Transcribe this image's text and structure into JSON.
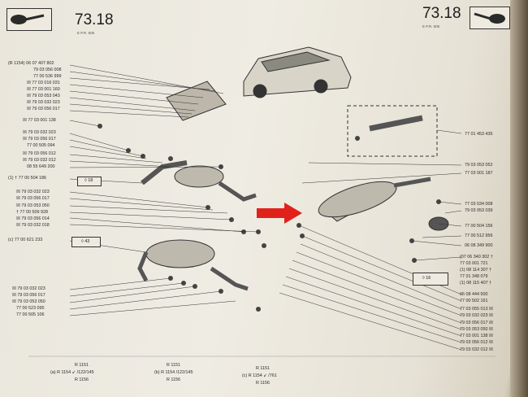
{
  "header_left": {
    "page": "73.18",
    "code": "E  P.R. 505"
  },
  "header_right": {
    "page": "73.18",
    "code": "E  P.R. 505"
  },
  "ref_boxes": [
    "◊ 18",
    "◊ 43",
    "◊ 16"
  ],
  "left_parts": [
    "(R 1154) 06 07 407 802",
    "79 03 056 008",
    "77 00 536 999",
    "☒ 77 03 016 031",
    "☒ 77 03 001 160",
    "☒ 79 03 053 043",
    "☒ 79 03 032 023",
    "☒ 79 03 056 017",
    "☒ 77 03 001 138",
    "☒ 79 03 032 023",
    "☒ 79 03 056 017",
    "77 00 505 094",
    "☒ 79 03 056 012",
    "☒ 79 03 032 012",
    "08 55 649 200",
    "(1) † 77 00 504 186",
    "☒ 79 03 032 023",
    "☒ 79 03 056 017",
    "☒ 79 03 053 050",
    "† 77 00 509 928",
    "☒ 79 03 056 014",
    "☒ 79 03 032 018",
    "(c) 77 00 621 233",
    "☒ 79 03 032 023",
    "☒ 79 03 056 017",
    "☒ 79 03 053 050",
    "77 00 523 095",
    "77 00 505 106"
  ],
  "right_parts": [
    "77 01 453 435",
    "79 03 053 052",
    "77 03 001 187",
    "77 03 034 008",
    "79 03 053 039",
    "77 00 504 156",
    "77 00 512 956",
    "06 08 349 900",
    "(07 06 340 302 †",
    "77 03 001 721",
    "(1) 08 114 307 †",
    "77 01 348 079",
    "(1) 08 115 407 †",
    "06 08 444 500",
    "77 00 502 161",
    "77 03 055 013 ☒",
    "79 03 032 023 ☒",
    "79 03 056 017 ☒",
    "79 03 053 050 ☒",
    "77 03 001 138 ☒",
    "79 03 056 012 ☒",
    "79 03 032 012 ☒"
  ],
  "footer": {
    "a": [
      "R 1151",
      "(a)   R 1154  ↙ /122/145",
      "R 1156"
    ],
    "b": [
      "R 1151",
      "(b)   R 1154  /122/145",
      "R 1156"
    ],
    "c": [
      "R 1151",
      "(c)   R 1154  ↙ /761",
      "R 1156"
    ]
  }
}
